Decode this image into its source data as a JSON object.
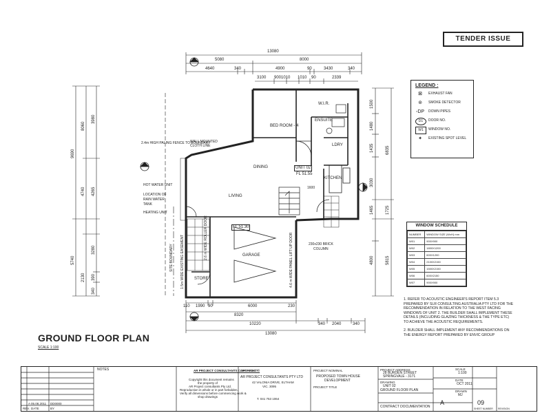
{
  "tender_label": "TENDER ISSUE",
  "title": "GROUND FLOOR PLAN",
  "scale": "SCALE 1:100",
  "legend": {
    "title": "LEGEND :",
    "items": [
      {
        "icon": "exhaust-fan-icon",
        "glyph": "⊠",
        "label": "EXHAUST FAN"
      },
      {
        "icon": "smoke-detector-icon",
        "glyph": "⊚",
        "label": "SMOKE DETECTOR"
      },
      {
        "icon": "down-pipes-icon",
        "glyph": "◦DP",
        "label": "DOWN PIPES"
      },
      {
        "icon": "door-number-icon",
        "glyph": "D1",
        "label": "DOOR NO."
      },
      {
        "icon": "window-number-icon",
        "glyph": "W1",
        "label": "WINDOW NO."
      },
      {
        "icon": "spot-level-icon",
        "glyph": "✦",
        "label": "EXISTING SPOT LEVEL"
      }
    ]
  },
  "window_schedule": {
    "title": "WINDOW SCHEDULE",
    "headers": [
      "NUMBER",
      "WINDOW SIZE (WxH) mm"
    ],
    "rows": [
      [
        "W01",
        "900X900"
      ],
      [
        "W02",
        "1800X1200"
      ],
      [
        "W03",
        "600X1200"
      ],
      [
        "W04",
        "2100X2150"
      ],
      [
        "W05",
        "1500X2150"
      ],
      [
        "W06",
        "600X2150"
      ],
      [
        "W07",
        "900X900"
      ]
    ]
  },
  "notes": [
    "1. REFER TO ACOUSTIC ENGINEER'S REPORT ITEM 5.3 PREPARED BY SLR CONSULTING AUSTRALIA PTY LTD FOR THE RECOMMENDATION IN RELATION TO THE WEST FACING WINDOWS OF UNIT 2. THE BUILDER SHALL IMPLEMENT THESE DETAILS (INCLUDING GLAZING THICKNESS & THE TYPE ETC) TO ACHIEVE THE ACOUSTIC REQUIREMENTS.",
    "2. BUILDER SHALL IMPLEMENT ANY RECOMMENDATIONS ON THE ENERGY REPORT PREPARED BY ENVIC GROUP"
  ],
  "rooms": {
    "wir": "W.I.R.",
    "bedroom": "BED ROOM - 4",
    "ensuite": "ENSUITE",
    "ldry": "LDRY",
    "dining": "DINING",
    "kitchen": "KITCHEN",
    "living": "LIVING",
    "garage": "GARAGE",
    "store": "STORE",
    "unit": "UNIT 02",
    "unit_level": "FL 51.55",
    "garage_level": "FL 51.30"
  },
  "annotations": {
    "paling_fence": "2.4m HIGH PALING FENCE TO BOUNDARY",
    "clothes_line": "WALL MOUNTED CLOTH LINE",
    "hot_water": "HOT WATER UNIT",
    "rain_tank_1": "LOCATION OF",
    "rain_tank_2": "RAIN WATER",
    "rain_tank_3": "TANK",
    "heating": "HEATING UNIT",
    "brick_column_1": "230x230 BRICK",
    "brick_column_2": "COLUMN",
    "site_boundary": "SITE BOUNDARY",
    "eaves": "1.5m WIDE EXISTING EASEMENT",
    "roller_door": "2.6 m WIDE ROLLER DOOR",
    "lift_up_door": "4.6 m WIDE PANEL LIFT UP DOOR",
    "dim_1600": "1600"
  },
  "dimensions": {
    "top_total": "13080",
    "top_row1": [
      "5080",
      "8000"
    ],
    "top_row2": [
      "4640",
      "340",
      "4900",
      "90",
      "3430",
      "340"
    ],
    "top_row3": [
      "3100",
      "9001010",
      "1010",
      "90",
      "2339"
    ],
    "bottom_row1": [
      "110",
      "1990",
      "90",
      "6000",
      "230"
    ],
    "bottom_row2": "8320",
    "bottom_row3": [
      "10220",
      "340",
      "2040",
      "340"
    ],
    "bottom_total": "13080",
    "left_outer": [
      "9690",
      "5740"
    ],
    "left_mid": [
      "8060",
      "4740",
      "2130"
    ],
    "left_inner": [
      "3980",
      "4265",
      "3280",
      "390",
      "340"
    ],
    "right_inner": [
      "1500",
      "1480",
      "1435",
      "3030",
      "1465",
      "4800"
    ],
    "right_outer": [
      "6835",
      "1725",
      "5815"
    ]
  },
  "title_block": {
    "notes_label": "NOTES",
    "copyright_heading": "AR PROJECT CONSULTANTS  COPYRIGHT ©",
    "copyright_text": [
      "Copyright this document remains",
      "the property of",
      "AR Project consultants Pty Ltd.",
      "Reproduction in whole or in part forbidden.",
      "Verify all dimensions before commencing work &",
      "shop drawings"
    ],
    "architect_label": "ARCHITECT",
    "architect_lines": [
      "AR PROJECT CONSULTANTS PTY LTD",
      "42 VALONIA DRIVE, ELTHAM",
      "VIC. 3095"
    ],
    "architect_phone": "T. 041 753 1064",
    "project_label": "PROJECT NOMINAL",
    "project_lines": [
      "PROPOSED TOWN HOUSE",
      "DEVELOPMENT"
    ],
    "project_title_label": "PROJECT TITLE",
    "address_label": "PROJECT ADDRESS",
    "address_lines": [
      "28 BURDEN STREET",
      "SPRINGVALE - 3171"
    ],
    "drawing_label": "DRAWING",
    "drawing_lines": [
      "UNIT 02",
      "GROUND FLOOR PLAN"
    ],
    "status": "CONTRACT DOCUMENTATION",
    "scale_label": "SCALE",
    "scale_value": "1:100",
    "date_label": "DATE",
    "date_value": "OCT 2011",
    "drawn_label": "DRAWN",
    "drawn_value": "MJ",
    "sheet_size": "A",
    "sheet_number": "09",
    "sheet_number_label": "SHEET NUMBER",
    "revision_label": "REVISION",
    "rev_row": [
      "A",
      "05.08.2011",
      "DD0000"
    ],
    "rev_headers": [
      "REV.",
      "DATE",
      "BY"
    ]
  }
}
